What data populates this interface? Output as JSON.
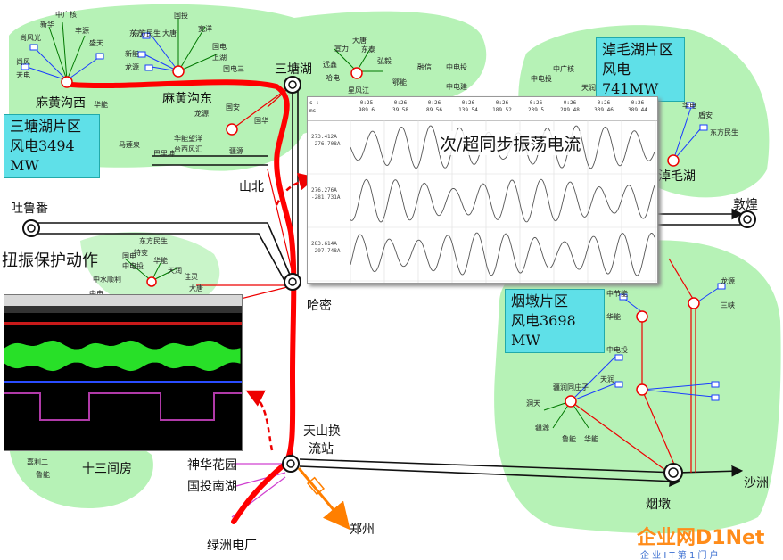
{
  "regions": {
    "santanghu": {
      "name": "三塘湖片区",
      "capacity": "风电3494 MW"
    },
    "zhuomaohu": {
      "name": "淖毛湖片区",
      "capacity": "风电741MW"
    },
    "yandun": {
      "name": "烟墩片区",
      "capacity": "风电3698 MW"
    }
  },
  "stations": {
    "mahuanggouxi": "麻黄沟西",
    "mahuanggoudong": "麻黄沟东",
    "santanghu": "三塘湖",
    "shanbei": "山北",
    "tulufan": "吐鲁番",
    "hami": "哈密",
    "tianshan": "天山换",
    "tianshan2": "流站",
    "shenhua": "神华花园",
    "guotou": "国投南湖",
    "lvzhou": "绿洲电厂",
    "zhengzhou": "郑州",
    "shisanjianfang": "十三间房",
    "zhuomaohu": "淖毛湖",
    "dunhuang": "敦煌",
    "yandun": "烟墩",
    "shazhou": "沙洲"
  },
  "annotations": {
    "ssr_current": "次/超同步振荡电流",
    "torsion_protection": "扭振保护动作"
  },
  "small_labels": [
    "中广核",
    "新华",
    "丰源",
    "尚风光",
    "盛天",
    "尚风",
    "天电",
    "东方",
    "国投",
    "东方民生",
    "大唐",
    "宽洋",
    "新能",
    "龙源",
    "国电",
    "上湖",
    "华能",
    "国电三",
    "宣力",
    "大唐",
    "东泰",
    "远鑫",
    "弘毅",
    "鄂能",
    "哈电",
    "星风江",
    "马莲泉",
    "巴里坤",
    "龙源",
    "国安",
    "国华",
    "华能望洋",
    "台西风汇",
    "疆源",
    "融信",
    "中电投",
    "中电建",
    "中广核",
    "中电投",
    "天润",
    "华电",
    "盾安",
    "东方民生",
    "东方民生",
    "国电",
    "特变",
    "中电投",
    "华能",
    "天润",
    "佳灵",
    "中水顺利",
    "中电",
    "大唐",
    "嘉利二",
    "鲁能",
    "中节能",
    "华能",
    "龙源",
    "三峡",
    "中电投",
    "天润",
    "疆润同庄子",
    "洞天",
    "疆源",
    "鲁能",
    "华能"
  ],
  "waveform_window": {
    "time_header": [
      "0:25",
      "0:26",
      "0:26",
      "0:26",
      "0:26",
      "0:26",
      "0:26",
      "0:26",
      "0:26"
    ],
    "ms_header": [
      "989.6",
      "39.58",
      "89.56",
      "139.54",
      "189.52",
      "239.5",
      "289.48",
      "339.46",
      "389.44"
    ],
    "row_prefix": [
      "s :",
      "ms"
    ],
    "channels": [
      {
        "max": "273.412A",
        "min": "-276.708A"
      },
      {
        "max": "276.276A",
        "min": "-281.731A"
      },
      {
        "max": "283.614A",
        "min": "-297.748A"
      }
    ]
  },
  "scope_window": {
    "title_icons": "toolbar"
  },
  "watermark": {
    "brand": "企业网D1Net",
    "sub": "企 业 I T 第 1 门 户"
  },
  "colors": {
    "region_fill": "#b6f2b6",
    "fault_path": "#ff0000",
    "box": "#5fe0e8",
    "hvdc": "#ff7f00"
  }
}
